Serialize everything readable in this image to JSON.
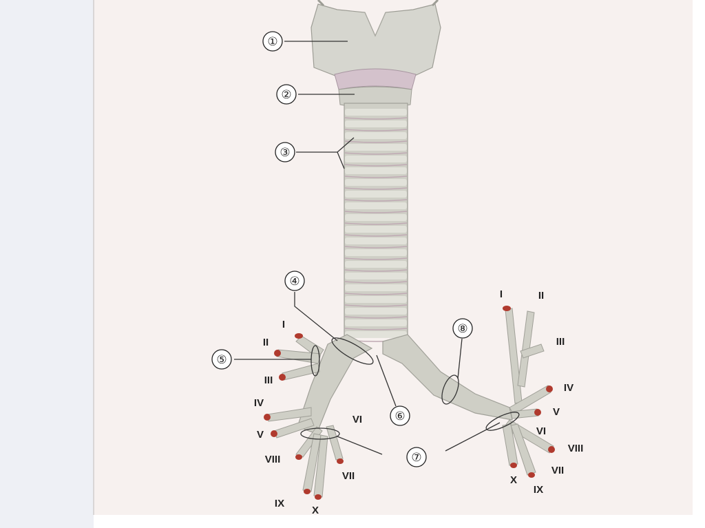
{
  "colors": {
    "page_background": "#ffffff",
    "left_strip": "#eef0f5",
    "panel": "#f7f1ef",
    "cartilage": "#cfcfc6",
    "cartilage_light": "#e2e2da",
    "ring_line": "#bfa9b3",
    "membrane": "#c9b7c2",
    "lumen": "#b03a2e"
  },
  "callouts": [
    "①",
    "②",
    "③",
    "④",
    "⑤",
    "⑥",
    "⑦",
    "⑧"
  ],
  "right_lobar_labels": [
    "I",
    "II",
    "III",
    "IV",
    "V",
    "VI",
    "VII",
    "VIII",
    "IX",
    "X"
  ],
  "left_lobar_labels": [
    "I",
    "II",
    "III",
    "IV",
    "V",
    "VI",
    "VII",
    "VIII",
    "IX",
    "X"
  ]
}
